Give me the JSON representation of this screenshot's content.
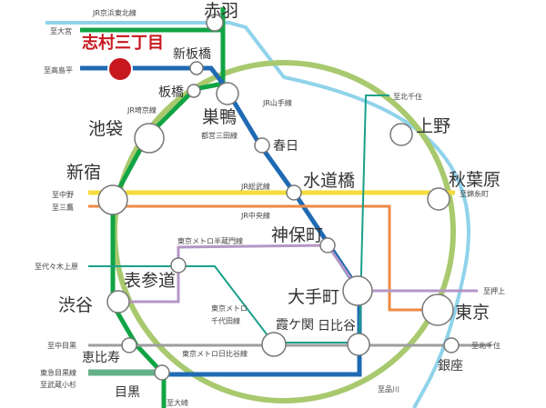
{
  "colors": {
    "yamanote": "#a8c96e",
    "keihin_tohoku": "#8fd3ea",
    "saikyo": "#11a444",
    "mita": "#1f6ab3",
    "sobu": "#f5dc3d",
    "chuo": "#ee8a45",
    "hanzomon": "#b497c5",
    "chiyoda": "#1aa089",
    "hibiya": "#9d9d9d",
    "tokyu": "#64b08a",
    "highlight": "#c7171f"
  },
  "highlight_station": "志村三丁目",
  "stations": {
    "akabane": "赤羽",
    "shinitabashi": "新板橋",
    "itabashi": "板橋",
    "sugamo": "巣鴨",
    "ikebukuro": "池袋",
    "kasuga": "春日",
    "ueno": "上野",
    "shinjuku": "新宿",
    "suidobashi": "水道橋",
    "akihabara": "秋葉原",
    "jimbocho": "神保町",
    "omotesando": "表参道",
    "shibuya": "渋谷",
    "otemachi": "大手町",
    "tokyo": "東京",
    "kasumigaseki": "霞ケ関",
    "hibiya": "日比谷",
    "ebisu": "恵比寿",
    "ginza": "銀座",
    "meguro": "目黒"
  },
  "line_labels": {
    "keihin_tohoku": "JR京浜東北線",
    "saikyo": "JR埼京線",
    "yamanote": "JR山手線",
    "mita": "都営三田線",
    "sobu": "JR総武線",
    "chuo": "JR中央線",
    "hanzomon": "東京メトロ半蔵門線",
    "chiyoda_1": "東京メトロ",
    "chiyoda_2": "千代田線",
    "hibiya": "東京メトロ日比谷線"
  },
  "direction_labels": {
    "omiya": "至大宮",
    "takashimadaira": "至高島平",
    "kitasenju_top": "至北千住",
    "nakano": "至中野",
    "mitaka": "至三鷹",
    "kinshicho": "至錦糸町",
    "yoyogiuehara": "至代々木上原",
    "oshiage": "至押上",
    "nakameguro": "至中目黒",
    "kitasenju_right": "至北千住",
    "tokyu_1": "東急目黒線",
    "tokyu_2": "至武蔵小杉",
    "shinagawa": "至品川",
    "osaki": "至大崎"
  }
}
